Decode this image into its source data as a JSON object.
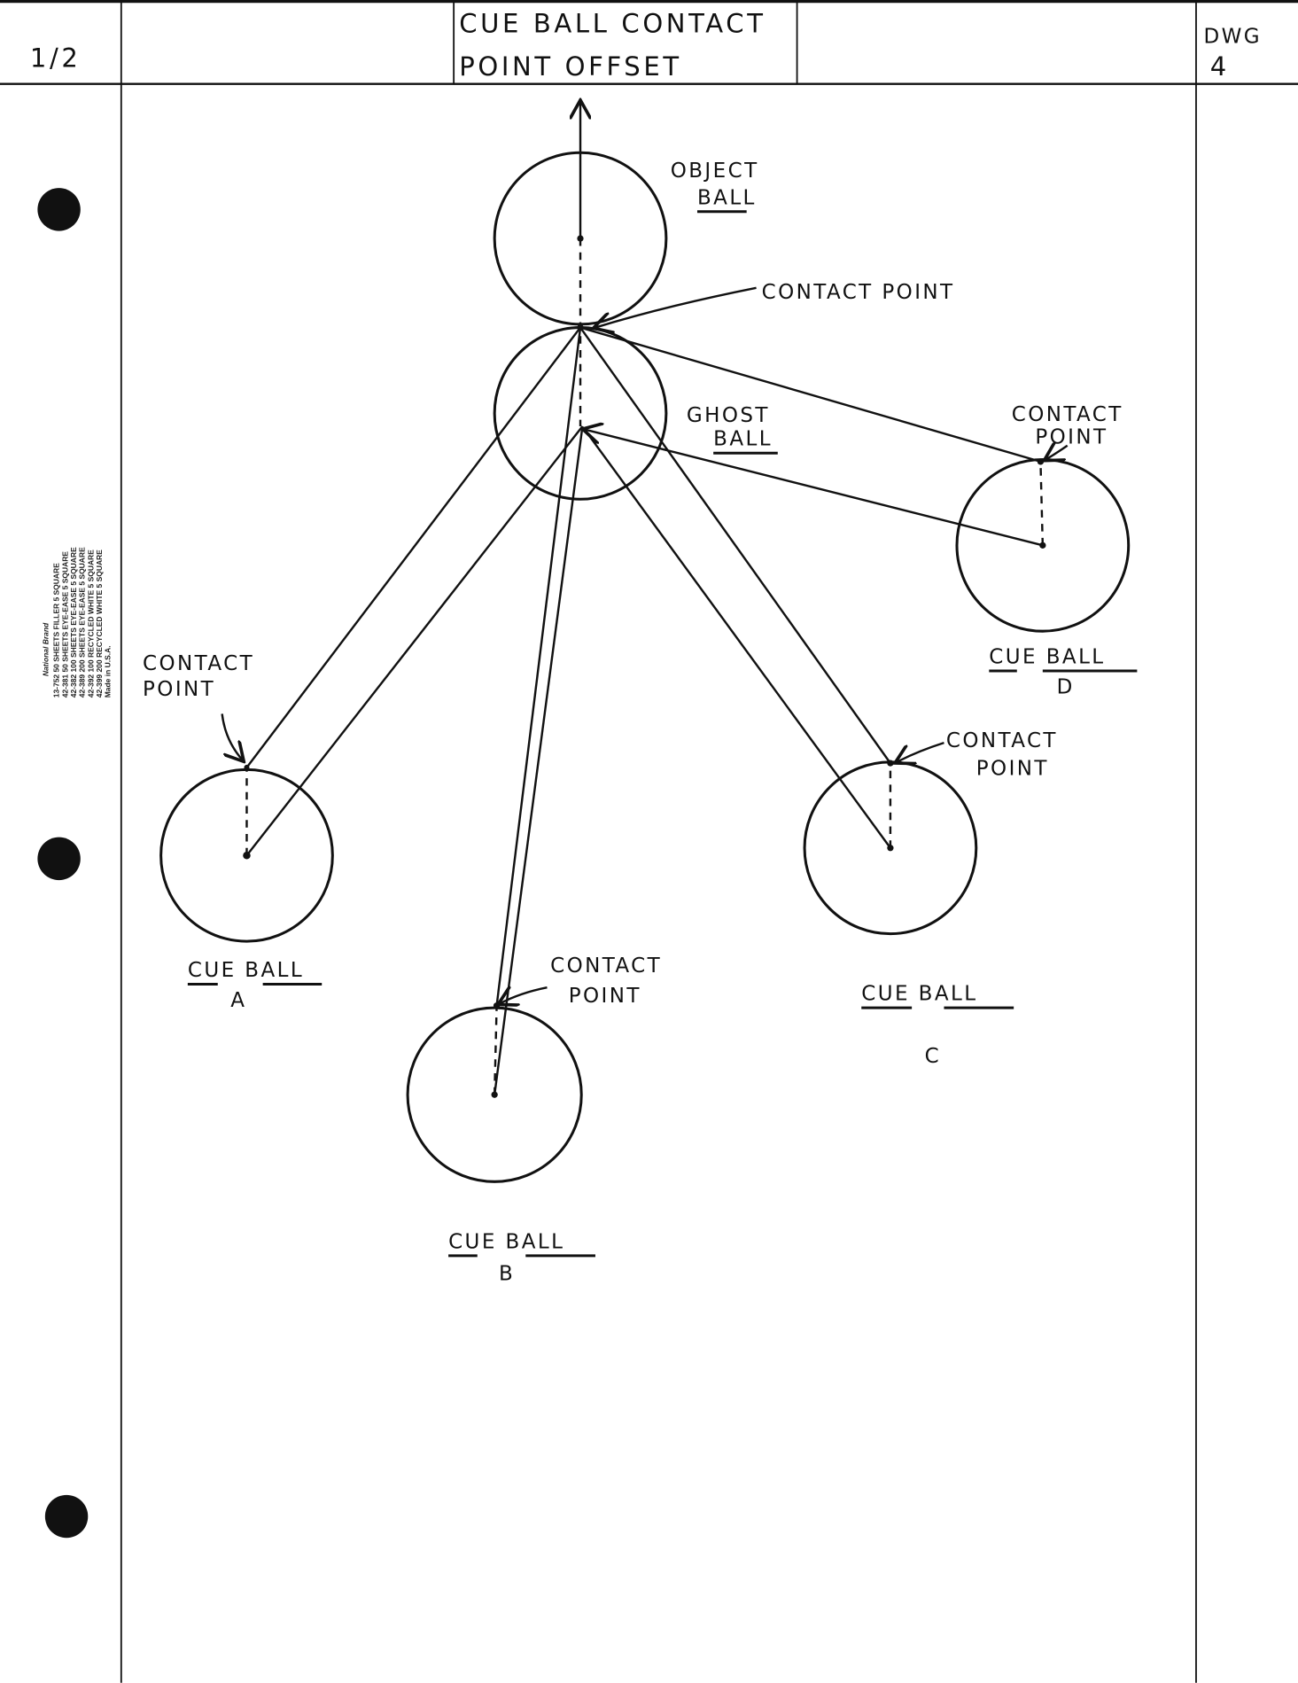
{
  "header": {
    "sheet": "1/2",
    "title_line1": "CUE BALL CONTACT",
    "title_line2": "POINT OFFSET",
    "dwg_label": "DWG",
    "dwg_number": "4"
  },
  "margin_print": {
    "brand": "National Brand",
    "lines": [
      "13-752  50 SHEETS FILLER 5 SQUARE",
      "42-381  50 SHEETS EYE-EASE 5 SQUARE",
      "42-382  100 SHEETS EYE-EASE 5 SQUARE",
      "42-389  200 SHEETS EYE-EASE 5 SQUARE",
      "42-392  100 RECYCLED WHITE 5 SQUARE",
      "42-399  200 RECYCLED WHITE 5 SQUARE"
    ],
    "made_in": "Made in U.S.A."
  },
  "labels": {
    "object_ball": [
      "OBJECT",
      "BALL"
    ],
    "main_contact": "CONTACT   POINT",
    "ghost_ball": [
      "GHOST",
      "BALL"
    ],
    "cue_a": {
      "contact": [
        "CONTACT",
        "POINT"
      ],
      "name": [
        "CUE  BALL",
        "A"
      ]
    },
    "cue_b": {
      "contact": [
        "CONTACT",
        "POINT"
      ],
      "name": [
        "CUE  BALL",
        "B"
      ]
    },
    "cue_c": {
      "contact": [
        "CONTACT",
        "POINT"
      ],
      "name": [
        "CUE  BALL",
        "C"
      ]
    },
    "cue_d": {
      "contact": [
        "CONTACT",
        "POINT"
      ],
      "name": [
        "CUE  BALL",
        "D"
      ]
    }
  }
}
